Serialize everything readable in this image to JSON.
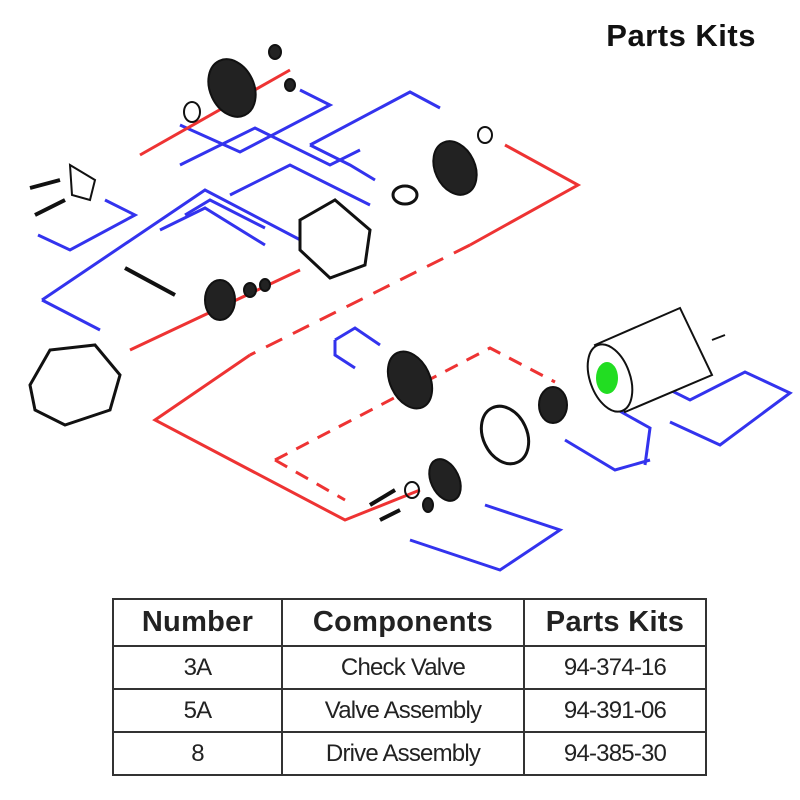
{
  "title": "Parts Kits",
  "table": {
    "headers": [
      "Number",
      "Components",
      "Parts Kits"
    ],
    "rows": [
      [
        "3A",
        "Check Valve",
        "94-374-16"
      ],
      [
        "5A",
        "Valve Assembly",
        "94-391-06"
      ],
      [
        "8",
        "Drive Assembly",
        "94-385-30"
      ]
    ]
  },
  "colors": {
    "kit_line_blue": "#3333ee",
    "kit_line_red": "#ee3333",
    "motor_highlight": "#22dd22"
  }
}
